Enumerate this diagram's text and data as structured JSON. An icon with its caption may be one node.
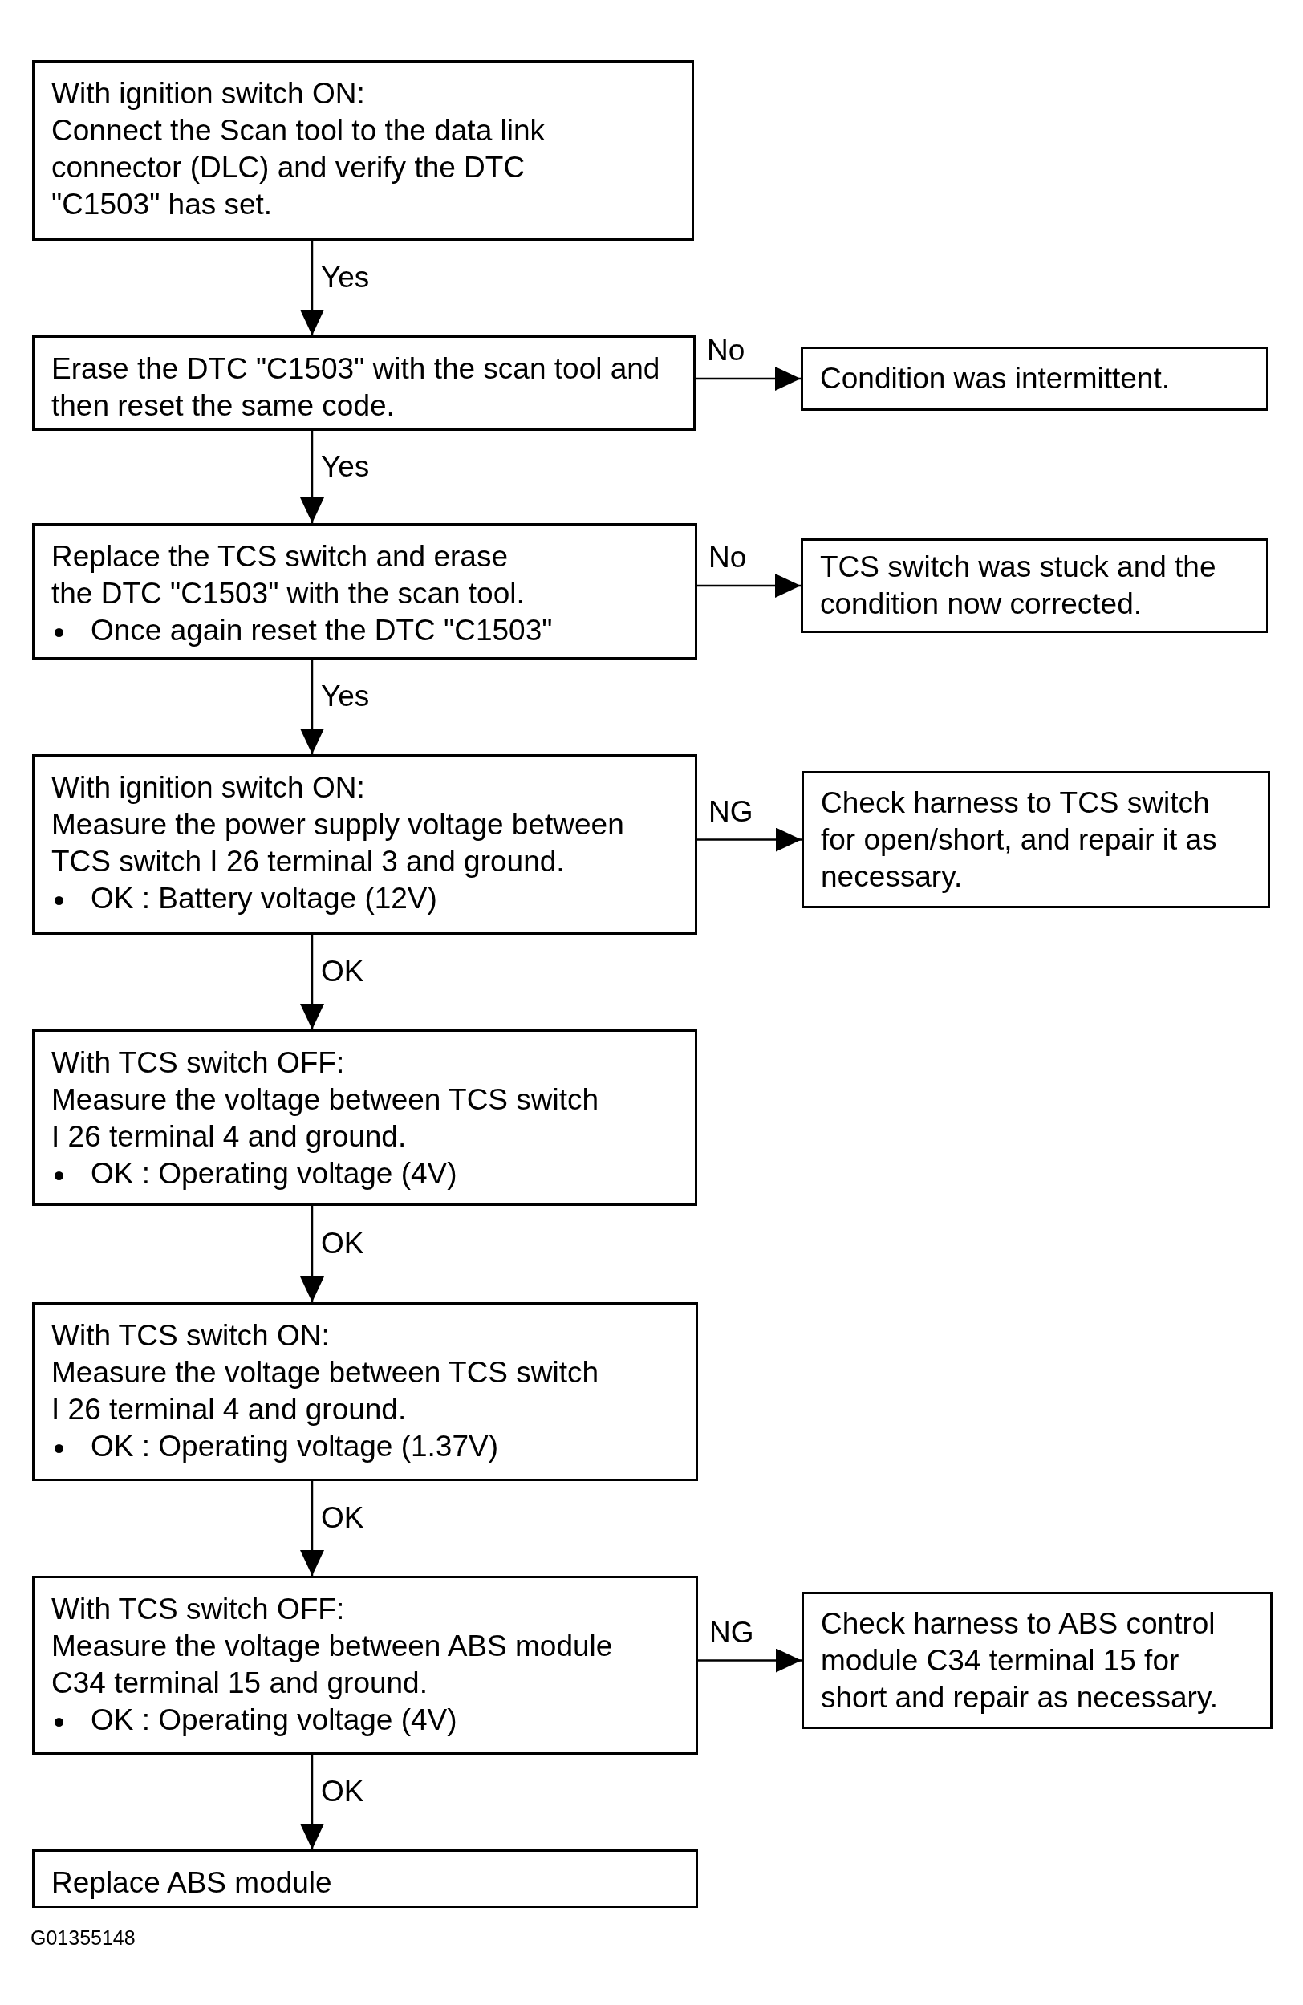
{
  "diagram": {
    "nodes": [
      {
        "text": [
          "With ignition switch ON:",
          "Connect the Scan tool to the data link connector (DLC) and verify the DTC \"C1503\" has set."
        ]
      },
      {
        "text": [
          "Erase the DTC \"C1503\" with the scan tool and then reset the same code."
        ]
      },
      {
        "text": [
          "Condition was intermittent."
        ]
      },
      {
        "text": [
          "Replace the TCS switch and erase the DTC \"C1503\" with the scan tool.",
          "Once again reset the DTC \"C1503\""
        ]
      },
      {
        "text": [
          "TCS switch was stuck and the condition now corrected."
        ]
      },
      {
        "text": [
          "With ignition switch ON:",
          "Measure the power supply voltage between TCS switch I 26 terminal 3 and ground.",
          "OK : Battery voltage (12V)"
        ]
      },
      {
        "text": [
          "Check harness to TCS switch for open/short, and repair it as necessary."
        ]
      },
      {
        "text": [
          "With TCS switch OFF:",
          "Measure the voltage between TCS switch I 26 terminal 4 and ground.",
          "OK : Operating voltage (4V)"
        ]
      },
      {
        "text": [
          "With TCS switch ON:",
          "Measure the voltage between TCS switch I 26 terminal 4 and ground.",
          "OK : Operating voltage (1.37V)"
        ]
      },
      {
        "text": [
          "With TCS switch OFF:",
          "Measure the voltage between ABS module C34 terminal 15 and ground.",
          "OK : Operating voltage (4V)"
        ]
      },
      {
        "text": [
          "Check harness to ABS control module C34 terminal 15 for short and repair as necessary."
        ]
      },
      {
        "text": [
          "Replace ABS module"
        ]
      }
    ],
    "edges": [
      {
        "from": 0,
        "to": 1,
        "arrow": "to",
        "label": "Yes"
      },
      {
        "from": 1,
        "to": 2,
        "arrow": "to",
        "label": "No"
      },
      {
        "from": 1,
        "to": 3,
        "arrow": "to",
        "label": "Yes"
      },
      {
        "from": 3,
        "to": 4,
        "arrow": "to",
        "label": "No"
      },
      {
        "from": 3,
        "to": 5,
        "arrow": "to",
        "label": "Yes"
      },
      {
        "from": 5,
        "to": 6,
        "arrow": "to",
        "label": "NG"
      },
      {
        "from": 5,
        "to": 7,
        "arrow": "to",
        "label": "OK"
      },
      {
        "from": 7,
        "to": 8,
        "arrow": "to",
        "label": "OK"
      },
      {
        "from": 8,
        "to": 9,
        "arrow": "to",
        "label": "OK"
      },
      {
        "from": 9,
        "to": 10,
        "arrow": "to",
        "label": "NG"
      },
      {
        "from": 9,
        "to": 11,
        "arrow": "to",
        "label": "OK"
      }
    ],
    "labels": [
      "G01355148"
    ]
  }
}
